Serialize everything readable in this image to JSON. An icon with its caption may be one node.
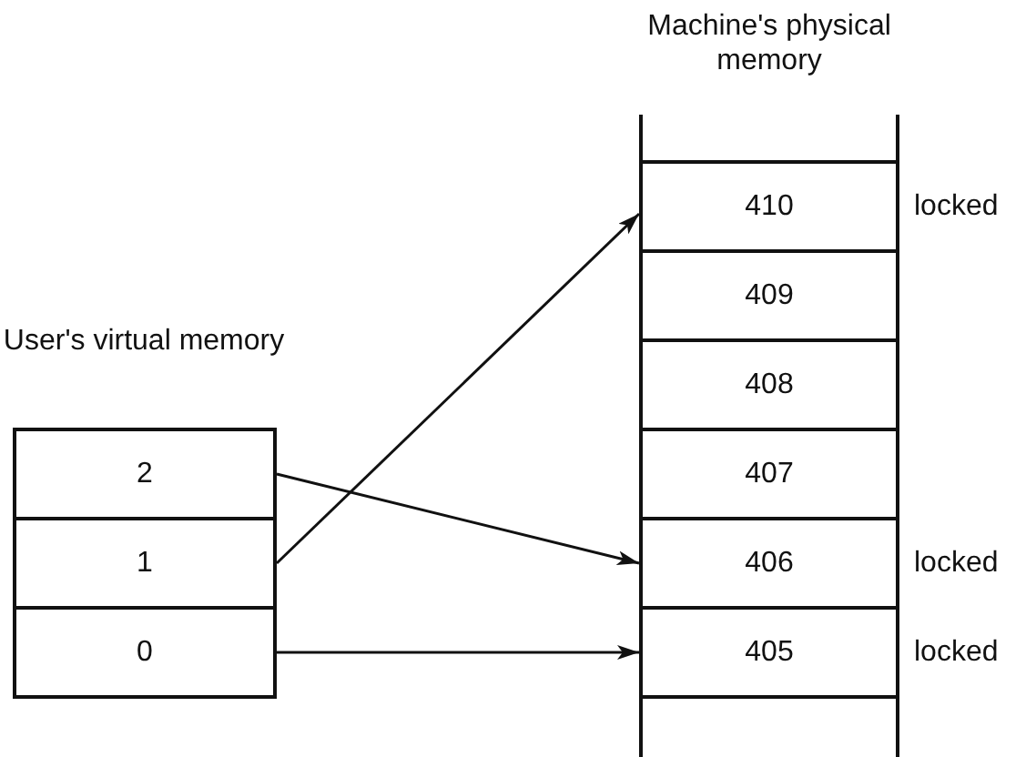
{
  "diagram": {
    "nodes": [
      {
        "text": [
          "User's virtual memory"
        ]
      },
      {
        "text": [
          "2"
        ],
        "in": 0
      },
      {
        "text": [
          "1"
        ],
        "in": 0
      },
      {
        "text": [
          "0"
        ],
        "in": 0
      },
      {
        "text": [
          "Machine's physical memory"
        ]
      },
      {
        "text": [
          "410"
        ],
        "in": 4,
        "beside": [
          "locked"
        ]
      },
      {
        "text": [
          "409"
        ],
        "in": 4
      },
      {
        "text": [
          "408"
        ],
        "in": 4
      },
      {
        "text": [
          "407"
        ],
        "in": 4
      },
      {
        "text": [
          "406"
        ],
        "in": 4,
        "beside": [
          "locked"
        ]
      },
      {
        "text": [
          "405"
        ],
        "in": 4,
        "beside": [
          "locked"
        ]
      }
    ],
    "edges": [
      {
        "from": 2,
        "to": 5,
        "arrow": "to"
      },
      {
        "from": 1,
        "to": 9,
        "arrow": "to"
      },
      {
        "from": 3,
        "to": 10,
        "arrow": "to"
      }
    ]
  }
}
